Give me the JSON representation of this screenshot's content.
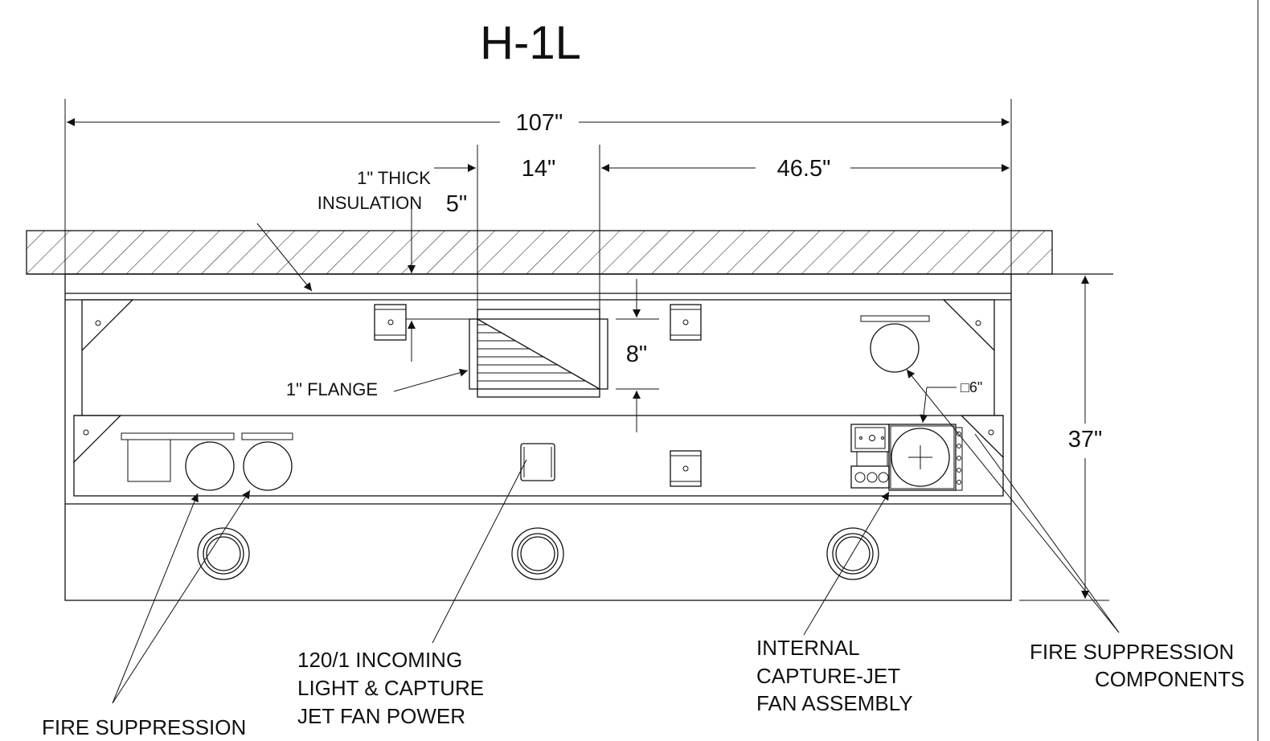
{
  "title": "H-1L",
  "dimensions": {
    "overall_width": "107\"",
    "left_offset": "14\"",
    "right_offset": "46.5\"",
    "ceiling_gap": "5\"",
    "duct_height": "8\"",
    "overall_height": "37\"",
    "duct_size": "□6\""
  },
  "labels": {
    "insulation_line1": "1\" THICK",
    "insulation_line2": "INSULATION",
    "flange": "1\" FLANGE",
    "fire_right_line1": "FIRE SUPPRESSION",
    "fire_right_line2": "COMPONENTS",
    "fire_left": "FIRE SUPPRESSION",
    "power_line1": "120/1 INCOMING",
    "power_line2": "LIGHT & CAPTURE",
    "power_line3": "JET FAN POWER",
    "fan_line1": "INTERNAL",
    "fan_line2": "CAPTURE-JET",
    "fan_line3": "FAN ASSEMBLY"
  },
  "colors": {
    "ink": "#111111",
    "paper": "#ffffff"
  }
}
